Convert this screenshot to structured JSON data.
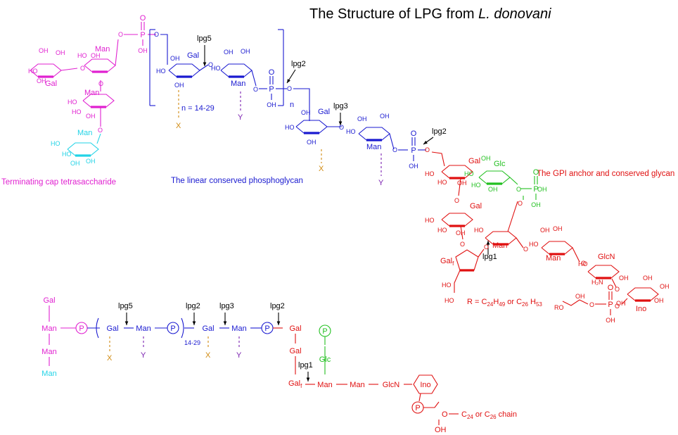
{
  "title_prefix": "The Structure of LPG from ",
  "title_species": "L. donovani",
  "colors": {
    "cap": "#e020d0",
    "cap_terminal": "#22d3e6",
    "backbone": "#1a1ad0",
    "anchor": "#e01010",
    "glc": "#22c020",
    "x_link": "#d08a10",
    "y_link": "#7a1fb0",
    "pointer": "#000000"
  },
  "captions": {
    "cap": "Terminating cap tetrasaccharide",
    "backbone": "The linear conserved phosphoglycan",
    "anchor": "The GPI anchor and conserved glycan"
  },
  "repeat_note": "n = 14-29",
  "repeat_index": "n",
  "lipid_r": {
    "prefix": "R = C",
    "s1": "24",
    "m1": "H",
    "s2": "49",
    "or": " or C",
    "s3": "26",
    "m2": " H",
    "s4": "53"
  },
  "pointers": {
    "lpg1": "lpg1",
    "lpg2": "lpg2",
    "lpg3": "lpg3",
    "lpg5": "lpg5"
  },
  "structure_labels": {
    "gal": "Gal",
    "man": "Man",
    "glc": "Glc",
    "glcn": "GlcN",
    "ino": "Ino",
    "galf": "Gal",
    "galf_sub": "f",
    "x": "X",
    "y": "Y",
    "o": "O",
    "p": "P",
    "oh": "OH",
    "ho": "HO",
    "h2n": "H₂N",
    "ro": "RO"
  },
  "schematic": {
    "cap_stack": [
      "Gal",
      "Man",
      "Man",
      "Man"
    ],
    "cap_branch": "Man",
    "phosphate": "P",
    "repeat": [
      "Gal",
      "Man"
    ],
    "repeat_sub": "14-29",
    "core": [
      "Gal",
      "Man"
    ],
    "anchor": [
      "Gal",
      "Gal",
      "Gal",
      "Man",
      "Man",
      "GlcN",
      "Ino"
    ],
    "galf_sub": "f",
    "glc": "Glc",
    "x": "X",
    "y": "Y",
    "lipid_chain": {
      "o": "O",
      "c1": "C",
      "s1": "24",
      "mid": " or C",
      "s2": "26",
      "tail": " chain"
    },
    "oh": "OH"
  }
}
